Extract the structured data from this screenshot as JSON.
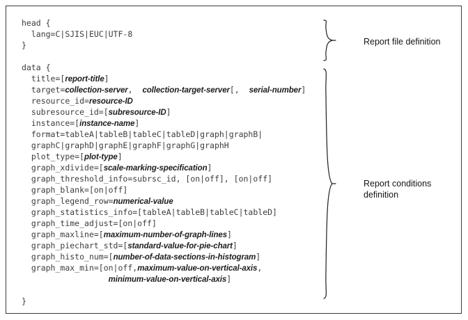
{
  "figure": {
    "kind": "syntax-definition-listing",
    "frame_border_color": "#3a3a3a",
    "code_text_color": "#3c3c3c",
    "placeholder_text_color": "#1d1d1d",
    "annotation_text_color": "#151515"
  },
  "code": {
    "lines": [
      {
        "indent": 0,
        "parts": [
          {
            "t": "code",
            "v": "head {"
          }
        ]
      },
      {
        "indent": 1,
        "parts": [
          {
            "t": "code",
            "v": "lang=C|SJIS|EUC|UTF-8"
          }
        ]
      },
      {
        "indent": 0,
        "parts": [
          {
            "t": "code",
            "v": "}"
          }
        ]
      },
      {
        "indent": 0,
        "parts": []
      },
      {
        "indent": 0,
        "parts": [
          {
            "t": "code",
            "v": "data {"
          }
        ]
      },
      {
        "indent": 1,
        "parts": [
          {
            "t": "code",
            "v": "title=["
          },
          {
            "t": "ph",
            "v": "report-title"
          },
          {
            "t": "code",
            "v": "]"
          }
        ]
      },
      {
        "indent": 1,
        "parts": [
          {
            "t": "code",
            "v": "target="
          },
          {
            "t": "ph",
            "v": "collection-server"
          },
          {
            "t": "code",
            "v": ",  "
          },
          {
            "t": "ph",
            "v": "collection-target-server"
          },
          {
            "t": "code",
            "v": "[,  "
          },
          {
            "t": "ph",
            "v": "serial-number"
          },
          {
            "t": "code",
            "v": "]"
          }
        ]
      },
      {
        "indent": 1,
        "parts": [
          {
            "t": "code",
            "v": "resource_id="
          },
          {
            "t": "ph",
            "v": "resource-ID"
          }
        ]
      },
      {
        "indent": 1,
        "parts": [
          {
            "t": "code",
            "v": "subresource_id=["
          },
          {
            "t": "ph",
            "v": "subresource-ID"
          },
          {
            "t": "code",
            "v": "]"
          }
        ]
      },
      {
        "indent": 1,
        "parts": [
          {
            "t": "code",
            "v": "instance=["
          },
          {
            "t": "ph",
            "v": "instance-name"
          },
          {
            "t": "code",
            "v": "]"
          }
        ]
      },
      {
        "indent": 1,
        "parts": [
          {
            "t": "code",
            "v": "format=tableA|tableB|tableC|tableD|graph|graphB|"
          }
        ]
      },
      {
        "indent": 1,
        "parts": [
          {
            "t": "code",
            "v": "graphC|graphD|graphE|graphF|graphG|graphH"
          }
        ]
      },
      {
        "indent": 1,
        "parts": [
          {
            "t": "code",
            "v": "plot_type=["
          },
          {
            "t": "ph",
            "v": "plot-type"
          },
          {
            "t": "code",
            "v": "]"
          }
        ]
      },
      {
        "indent": 1,
        "parts": [
          {
            "t": "code",
            "v": "graph_xdivide=["
          },
          {
            "t": "ph",
            "v": "scale-marking-specification"
          },
          {
            "t": "code",
            "v": "]"
          }
        ]
      },
      {
        "indent": 1,
        "parts": [
          {
            "t": "code",
            "v": "graph_threshold_info=subrsc_id, [on|off], [on|off]"
          }
        ]
      },
      {
        "indent": 1,
        "parts": [
          {
            "t": "code",
            "v": "graph_blank=[on|off]"
          }
        ]
      },
      {
        "indent": 1,
        "parts": [
          {
            "t": "code",
            "v": "graph_legend_row="
          },
          {
            "t": "ph",
            "v": "numerical-value"
          }
        ]
      },
      {
        "indent": 1,
        "parts": [
          {
            "t": "code",
            "v": "graph_statistics_info=[tableA|tableB|tableC|tableD]"
          }
        ]
      },
      {
        "indent": 1,
        "parts": [
          {
            "t": "code",
            "v": "graph_time_adjust=[on|off]"
          }
        ]
      },
      {
        "indent": 1,
        "parts": [
          {
            "t": "code",
            "v": "graph_maxline=["
          },
          {
            "t": "ph",
            "v": "maximum-number-of-graph-lines"
          },
          {
            "t": "code",
            "v": "]"
          }
        ]
      },
      {
        "indent": 1,
        "parts": [
          {
            "t": "code",
            "v": "graph_piechart_std=["
          },
          {
            "t": "ph",
            "v": "standard-value-for-pie-chart"
          },
          {
            "t": "code",
            "v": "]"
          }
        ]
      },
      {
        "indent": 1,
        "parts": [
          {
            "t": "code",
            "v": "graph_histo_num=["
          },
          {
            "t": "ph",
            "v": "number-of-data-sections-in-histogram"
          },
          {
            "t": "code",
            "v": "]"
          }
        ]
      },
      {
        "indent": 1,
        "parts": [
          {
            "t": "code",
            "v": "graph_max_min=[on|off,"
          },
          {
            "t": "ph",
            "v": "maximum-value-on-vertical-axis"
          },
          {
            "t": "code",
            "v": ","
          }
        ]
      },
      {
        "indent": 9,
        "parts": [
          {
            "t": "ph",
            "v": "minimum-value-on-vertical-axis"
          },
          {
            "t": "code",
            "v": "]"
          }
        ]
      },
      {
        "indent": 0,
        "parts": []
      },
      {
        "indent": 0,
        "parts": [
          {
            "t": "code",
            "v": "}"
          }
        ]
      }
    ]
  },
  "annotations": {
    "report_file_definition": "Report file definition",
    "report_conditions_definition_line1": "Report conditions",
    "report_conditions_definition_line2": "definition"
  }
}
